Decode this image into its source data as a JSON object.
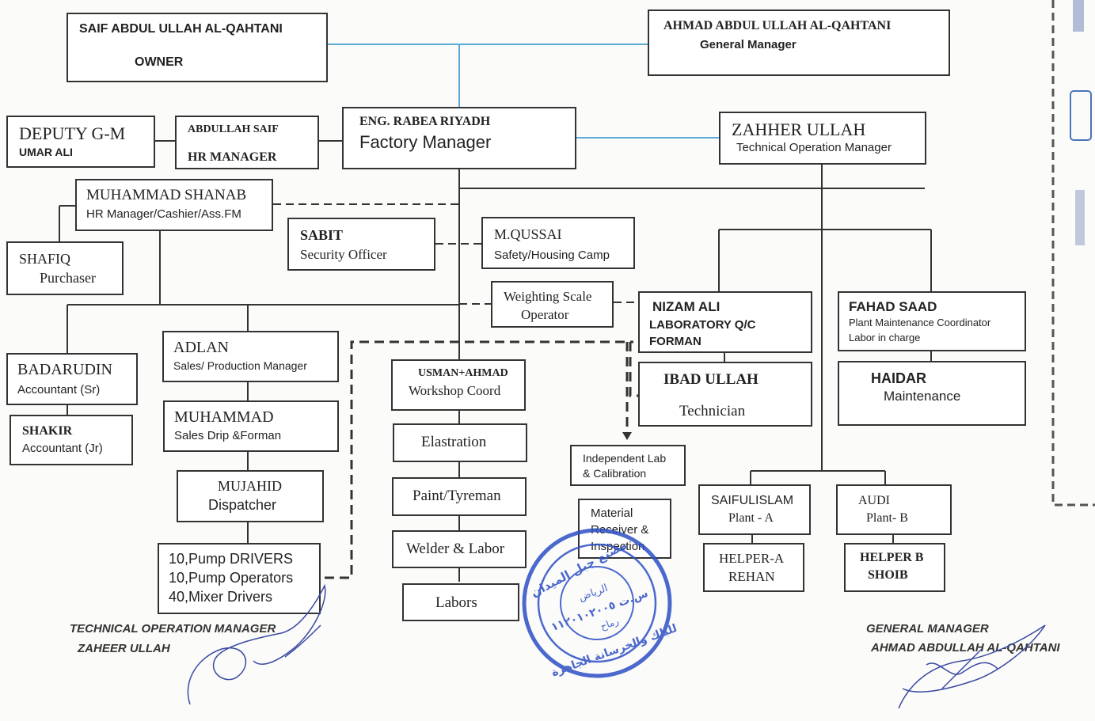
{
  "nodes": {
    "owner": {
      "name": "SAIF ABDUL ULLAH AL-QAHTANI",
      "role": "OWNER"
    },
    "gm": {
      "name": "AHMAD ABDUL ULLAH AL-QAHTANI",
      "role": "General Manager"
    },
    "deputy": {
      "name": "DEPUTY G-M",
      "role": "UMAR ALI"
    },
    "hr": {
      "name": "ABDULLAH SAIF",
      "role": "HR MANAGER"
    },
    "factory": {
      "name": "ENG. RABEA RIYADH",
      "role": "Factory Manager"
    },
    "tech": {
      "name": "ZAHHER ULLAH",
      "role": "Technical Operation Manager"
    },
    "shanab": {
      "name": "MUHAMMAD SHANAB",
      "role": "HR Manager/Cashier/Ass.FM"
    },
    "shafiq": {
      "name": "SHAFIQ",
      "role": "Purchaser"
    },
    "sabit": {
      "name": "SABIT",
      "role": "Security Officer"
    },
    "qussai": {
      "name": "M.QUSSAI",
      "role": "Safety/Housing Camp"
    },
    "weigh": {
      "line1": "Weighting Scale",
      "line2": "Operator"
    },
    "nizam": {
      "name": "NIZAM ALI",
      "line2": "LABORATORY  Q/C",
      "line3": "FORMAN"
    },
    "fahad": {
      "name": "FAHAD SAAD",
      "line2": "Plant Maintenance Coordinator",
      "line3": "Labor in charge"
    },
    "badar": {
      "name": "BADARUDIN",
      "role": "Accountant (Sr)"
    },
    "shakir": {
      "name": "SHAKIR",
      "role": "Accountant (Jr)"
    },
    "adlan": {
      "name": "ADLAN",
      "role": "Sales/ Production Manager"
    },
    "muhammad": {
      "name": "MUHAMMAD",
      "role": "Sales Drip &Forman"
    },
    "mujahid": {
      "name": "MUJAHID",
      "role": "Dispatcher"
    },
    "drivers": {
      "line1": "10,Pump DRIVERS",
      "line2": "10,Pump Operators",
      "line3": "40,Mixer Drivers"
    },
    "workshop": {
      "name": "USMAN+AHMAD",
      "role": "Workshop Coord"
    },
    "elast": {
      "label": "Elastration"
    },
    "paint": {
      "label": "Paint/Tyreman"
    },
    "welder": {
      "label": "Welder & Labor"
    },
    "labors": {
      "label": "Labors"
    },
    "ibad": {
      "name": "IBAD ULLAH",
      "role": "Technician"
    },
    "haidar": {
      "name": "HAIDAR",
      "role": "Maintenance"
    },
    "indep": {
      "line1": "Independent Lab",
      "line2": "& Calibration"
    },
    "material": {
      "line1": "Material",
      "line2": "Receiver &",
      "line3": "Inspection"
    },
    "saiful": {
      "name": "SAIFULISLAM",
      "role": "Plant - A"
    },
    "audi": {
      "name": "AUDI",
      "role": "Plant- B"
    },
    "helperA": {
      "name": "HELPER-A",
      "role": "REHAN"
    },
    "helperB": {
      "name": "HELPER B",
      "role": "SHOIB"
    }
  },
  "signatures": {
    "left_title": "TECHNICAL OPERATION MANAGER",
    "left_name": "ZAHEER ULLAH",
    "right_title": "GENERAL MANAGER",
    "right_name": "AHMAD ABDULLAH AL-QAHTANI"
  },
  "stamp": {
    "line1": "مصنع جبل الميدان",
    "line2": "الرياض",
    "line3": "س.ت ١١٢٠١٠٢٠٠٥",
    "line4": "رماح",
    "line5": "للبلك والخرسانة الجاهزة"
  },
  "colors": {
    "line": "#333333",
    "blue_line": "#5aa9d6",
    "stamp": "#2d4fc4"
  }
}
